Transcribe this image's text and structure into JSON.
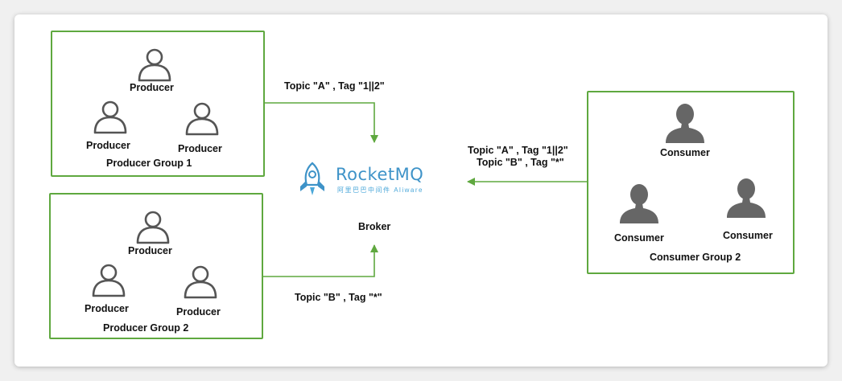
{
  "producer_groups": [
    {
      "name": "Producer Group 1",
      "producers": [
        "Producer",
        "Producer",
        "Producer"
      ]
    },
    {
      "name": "Producer Group 2",
      "producers": [
        "Producer",
        "Producer",
        "Producer"
      ]
    }
  ],
  "consumer_group": {
    "name": "Consumer Group 2",
    "consumers": [
      "Consumer",
      "Consumer",
      "Consumer"
    ]
  },
  "broker": {
    "logo_text": "RocketMQ",
    "logo_sub": "阿里巴巴中间件 Aliware",
    "label": "Broker"
  },
  "subscriptions": {
    "group1": "Topic \"A\"  , Tag \"1||2\"",
    "group2": "Topic \"B\"  , Tag \"*\"",
    "consumer_line1": "Topic \"A\"  , Tag \"1||2\"",
    "consumer_line2": "Topic \"B\"  , Tag \"*\""
  },
  "colors": {
    "line": "#5fa83f",
    "person_fill": "#666666",
    "brand": "#3e93c8"
  },
  "icons": {
    "producer": "person-outline-icon",
    "consumer": "person-filled-icon",
    "logo": "rocket-icon"
  }
}
